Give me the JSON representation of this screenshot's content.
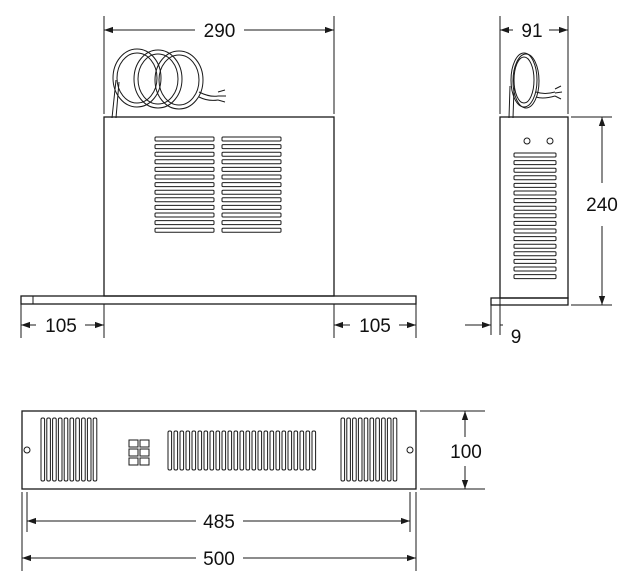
{
  "colors": {
    "line": "#1a1a1a",
    "background": "#ffffff",
    "text": "#111111"
  },
  "front_view": {
    "width_label": "290",
    "flange_left_label": "105",
    "flange_right_label": "105"
  },
  "side_view": {
    "width_label": "91",
    "height_label": "240",
    "base_label": "9"
  },
  "plan_view": {
    "height_label": "100",
    "inner_width_label": "485",
    "overall_width_label": "500"
  }
}
